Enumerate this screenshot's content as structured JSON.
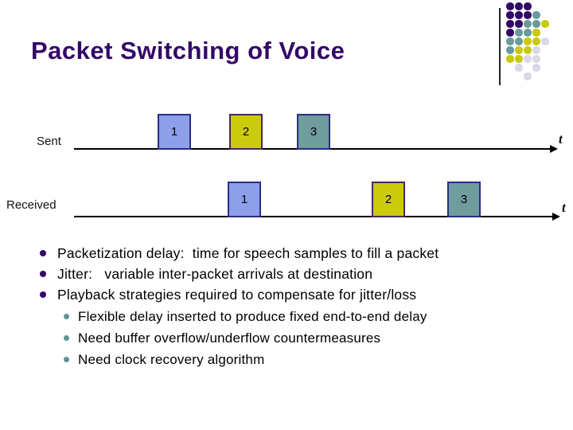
{
  "slide": {
    "title": "Packet Switching of Voice"
  },
  "colors": {
    "title_text": "#330866",
    "body_text": "#000000",
    "packet_blue": "#8c9fe8",
    "packet_yellow": "#cbcb0e",
    "packet_teal": "#6f9c9c",
    "packet_border_blue": "#2c2c87",
    "packet_border_yellow": "#472762",
    "bullet_level1": "#330866",
    "bullet_level2": "#5e9494",
    "axis_line": "#000000"
  },
  "diagram": {
    "sent": {
      "label": "Sent",
      "axis_label": "t",
      "boxes": [
        {
          "label": "1",
          "color": "blue"
        },
        {
          "label": "2",
          "color": "yellow"
        },
        {
          "label": "3",
          "color": "teal"
        }
      ]
    },
    "received": {
      "label": "Received",
      "axis_label": "t",
      "boxes": [
        {
          "label": "1",
          "color": "blue"
        },
        {
          "label": "2",
          "color": "yellow"
        },
        {
          "label": "3",
          "color": "teal"
        }
      ]
    }
  },
  "bullets": {
    "level1": [
      "Packetization delay:  time for speech samples to fill a packet",
      "Jitter:   variable inter-packet arrivals at destination",
      "Playback strategies required to compensate for jitter/loss"
    ],
    "level2": [
      "Flexible delay inserted to produce fixed end-to-end delay",
      "Need buffer overflow/underflow countermeasures",
      "Need clock recovery algorithm"
    ]
  },
  "decoration": {
    "dot_colors": {
      "P": "#310863",
      "T": "#689b9b",
      "Y": "#c9c909",
      "G": "#d8d8e6"
    },
    "dot_grid": [
      [
        "P",
        "P",
        "P",
        "",
        ""
      ],
      [
        "P",
        "P",
        "P",
        "T",
        ""
      ],
      [
        "P",
        "P",
        "T",
        "T",
        "Y"
      ],
      [
        "P",
        "T",
        "T",
        "Y",
        ""
      ],
      [
        "T",
        "T",
        "Y",
        "Y",
        "G"
      ],
      [
        "T",
        "Y",
        "Y",
        "G",
        ""
      ],
      [
        "Y",
        "Y",
        "G",
        "G",
        ""
      ],
      [
        "",
        "G",
        "",
        "G",
        ""
      ],
      [
        "",
        "",
        "G",
        "",
        ""
      ]
    ]
  }
}
